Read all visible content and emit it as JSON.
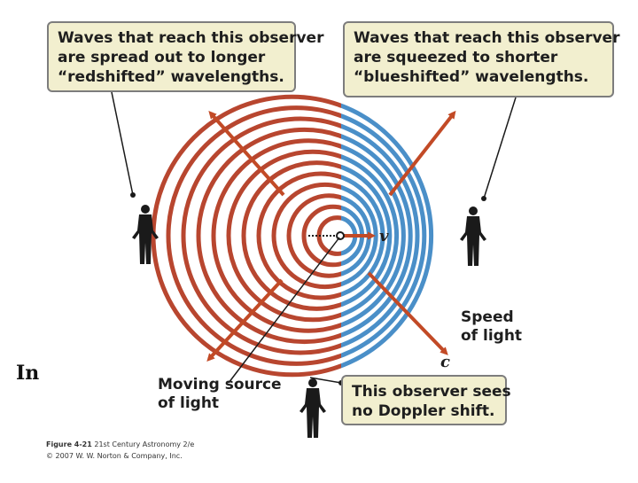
{
  "callouts": {
    "redshift": {
      "lines": [
        "Waves that reach this observer",
        "are spread out to longer",
        "“redshifted” wavelengths."
      ]
    },
    "blueshift": {
      "lines": [
        "Waves that reach this observer",
        "are squeezed to shorter",
        "“blueshifted” wavelengths."
      ]
    },
    "no_shift": {
      "lines": [
        "This observer sees",
        "no Doppler shift."
      ]
    }
  },
  "labels": {
    "speed_line1": "Speed",
    "speed_line2": "of light",
    "source_line1": "Moving source",
    "source_line2": "of light",
    "velocity_symbol": "v",
    "light_symbol": "c"
  },
  "overlay_text": "In",
  "credit": {
    "figure_ref": "Figure 4-21",
    "book": "21st Century Astronomy 2/e",
    "copyright": "© 2007 W. W. Norton & Company, Inc."
  },
  "colors": {
    "red_wave": "#b8462f",
    "blue_wave": "#4a8fc8",
    "arrow": "#c24a26",
    "callout_bg": "#f2efcf",
    "callout_border": "#7d7d7d",
    "figure": "#1a1a1a"
  },
  "icons": [
    "observer-icon",
    "light-source-icon",
    "arrow-icon"
  ]
}
